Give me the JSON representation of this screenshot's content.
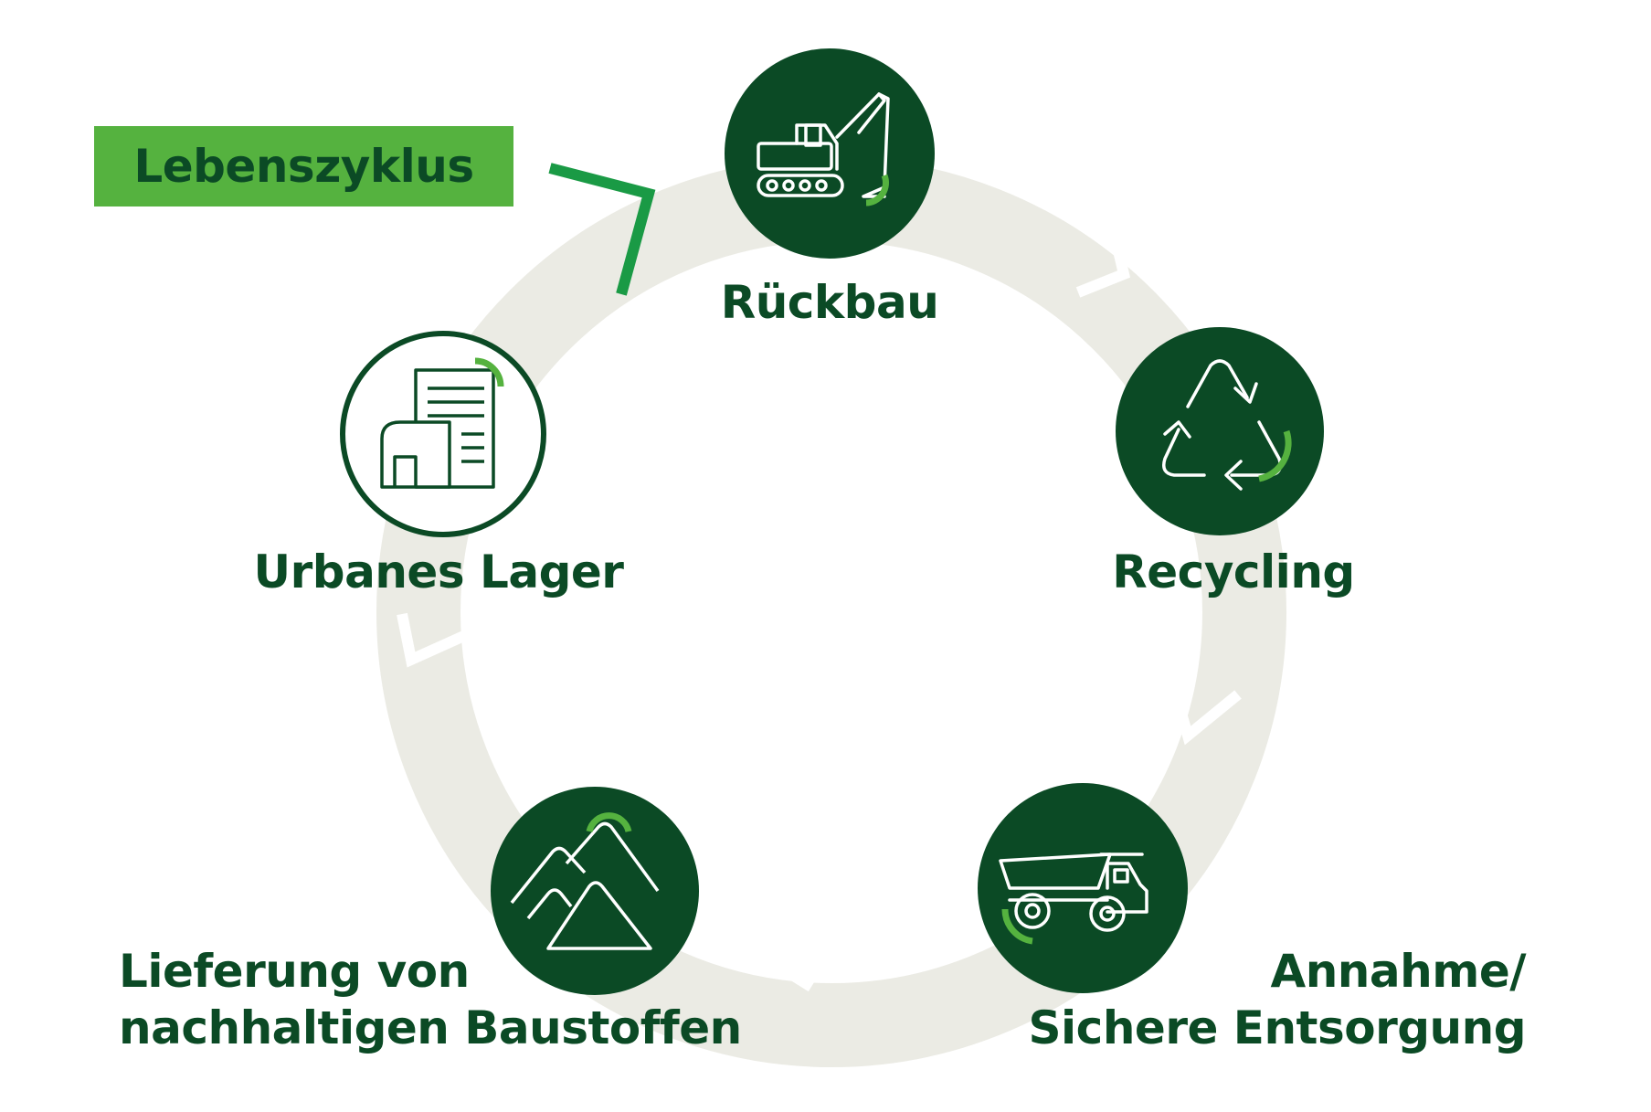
{
  "title": "Lebenszyklus",
  "stages": {
    "rueckbau": "Rückbau",
    "recycling": "Recycling",
    "annahme": [
      "Annahme/",
      "Sichere Entsorgung"
    ],
    "lieferung": [
      "Lieferung von",
      "nachhaltigen Baustoffen"
    ],
    "urbanes_lager": "Urbanes Lager"
  },
  "icons": {
    "rueckbau": "excavator-icon",
    "recycling": "recycle-icon",
    "annahme": "dump-truck-icon",
    "lieferung": "material-piles-icon",
    "urbanes_lager": "buildings-icon"
  },
  "colors": {
    "dark_green": "#0b4a25",
    "light_green": "#55b23f",
    "accent_green": "#1a9a45",
    "ring_gray": "#ebebe4"
  }
}
